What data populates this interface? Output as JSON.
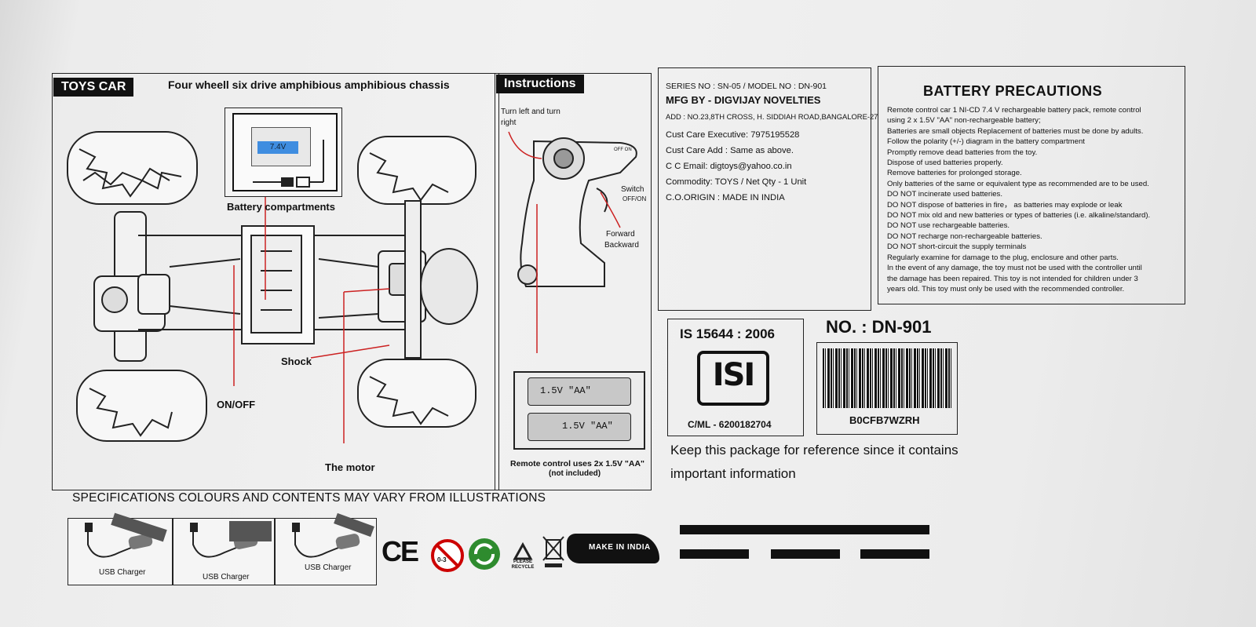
{
  "left_panel": {
    "tab": "TOYS CAR",
    "title": "Four wheell six drive amphibious amphibious chassis",
    "battery_label": "7.4V",
    "labels": {
      "battery_compartments": "Battery compartments",
      "shock": "Shock",
      "on_off": "ON/OFF",
      "motor": "The motor"
    }
  },
  "instructions": {
    "tab": "Instructions",
    "turn": "Turn left and turn right",
    "switch": "Switch",
    "switch_sub": "OFF/ON",
    "forward": "Forward",
    "backward": "Backward",
    "off_on_small": "OFF ON",
    "batt1": "1.5V \"AA\"",
    "batt2": "1.5V \"AA\"",
    "remote_note": "Remote control uses 2x 1.5V \"AA\"",
    "remote_note2": "(not included)"
  },
  "info": {
    "series": "SERIES NO : SN-05 / MODEL NO : DN-901",
    "mfg": "MFG BY - DIGVIJAY NOVELTIES",
    "add": "ADD : NO.23,8TH CROSS, H. SIDDIAH ROAD,BANGALORE-27",
    "cust_exec": "Cust Care Executive: 7975195528",
    "cust_add": "Cust Care Add : Same as above.",
    "email": "C C Email: digtoys@yahoo.co.in",
    "commodity": "Commodity: TOYS / Net Qty - 1 Unit",
    "origin": "C.O.ORIGIN : MADE IN INDIA"
  },
  "battery_precautions": {
    "title": "BATTERY PRECAUTIONS",
    "lines": [
      "Remote control car 1 NI-CD 7.4 V rechargeable battery pack, remote control",
      "using 2 x 1.5V \"AA\" non-rechargeable battery;",
      "Batteries are small objects Replacement of batteries must be done by adults.",
      "Follow the polarity (+/-) diagram in the battery compartment",
      "Promptly remove dead batteries from the toy.",
      "Dispose of used batteries properly.",
      "Remove batteries for prolonged storage.",
      "Only batteries of the same or equivalent type as recommended are to be used.",
      "DO NOT incinerate used batteries.",
      "DO NOT dispose of batteries in fire， as batteries may explode or leak",
      "DO NOT mix old and new batteries or types of batteries (i.e. alkaline/standard).",
      "DO NOT use rechargeable batteries.",
      "DO NOT recharge non-rechargeable batteries.",
      "DO NOT short-circuit the supply terminals",
      "Regularly examine for damage to the plug, enclosure and other parts.",
      "In the event of any damage, the toy must not be used with the controller until",
      "the damage has been repaired. This toy is not intended for children under 3",
      "years old. This toy must only be used with the recommended controller."
    ]
  },
  "isi": {
    "standard": "IS 15644 : 2006",
    "mark": "ISI",
    "cml": "C/ML - 6200182704"
  },
  "product": {
    "number": "NO. : DN-901",
    "barcode_text": "B0CFB7WZRH"
  },
  "reference": {
    "line1": "Keep this package for reference since it contains",
    "line2": "important information"
  },
  "specifications": "SPECIFICATIONS COLOURS AND CONTENTS  MAY VARY FROM ILLUSTRATIONS",
  "chargers": [
    "USB Charger",
    "USB Charger",
    "USB Charger"
  ],
  "symbols": {
    "ce": "CE",
    "age": "0-3",
    "please_recycle": "PLEASE RECYCLE",
    "make_in_india": "MAKE IN INDIA"
  }
}
